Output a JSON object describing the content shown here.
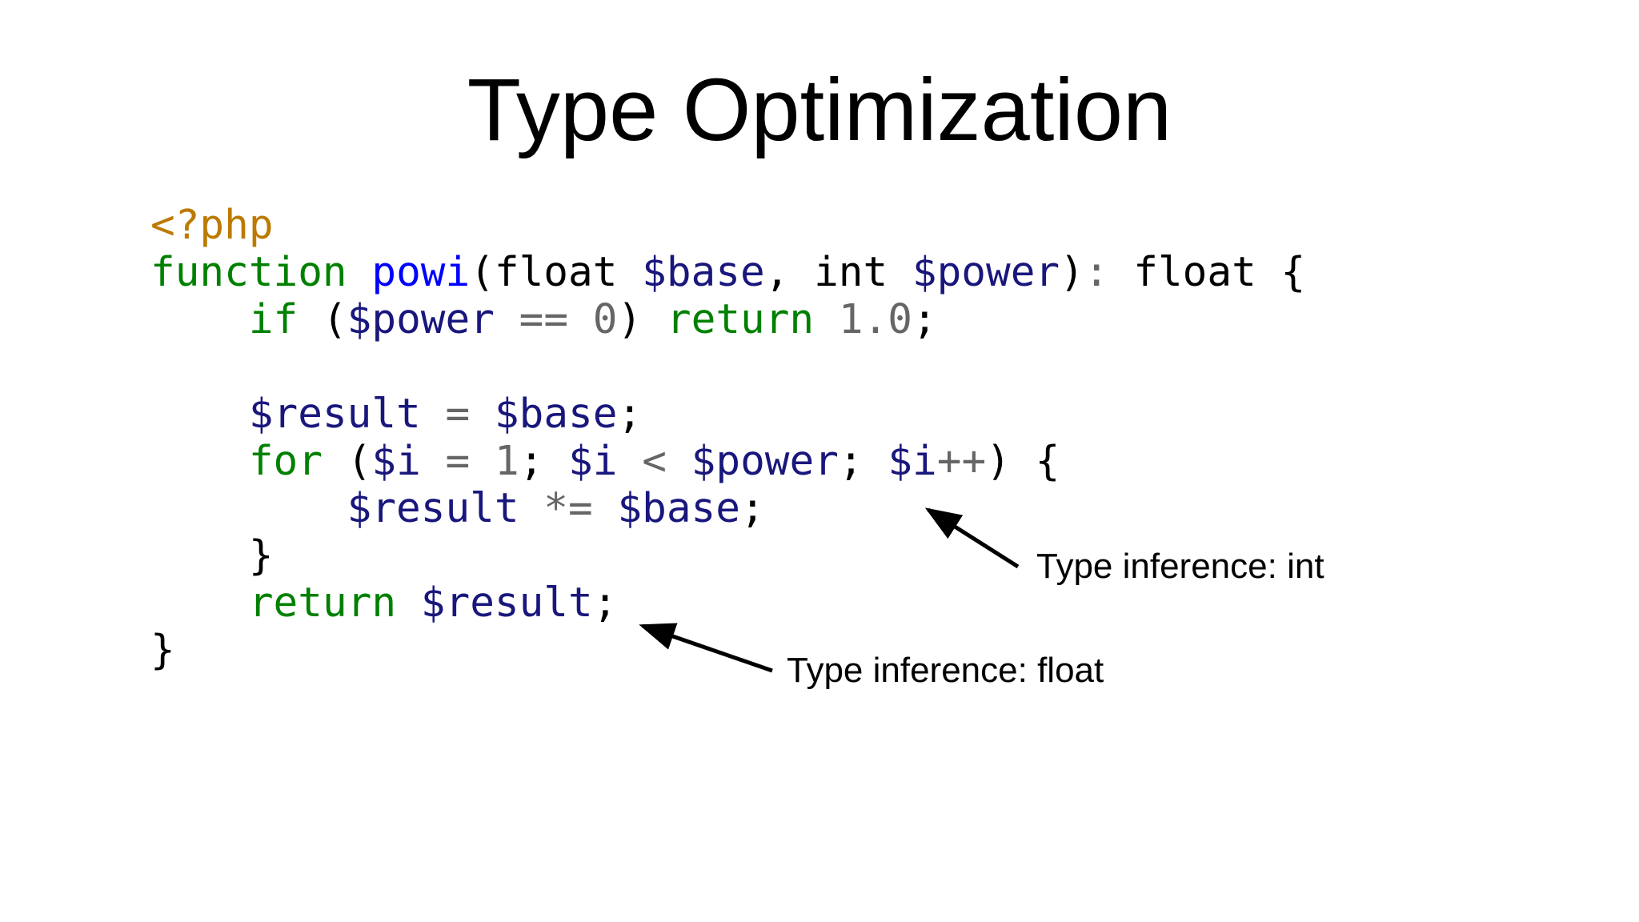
{
  "title": "Type Optimization",
  "colors": {
    "background": "#ffffff",
    "text": "#000000",
    "php-preproc": "#bc7a00",
    "keyword": "#008000",
    "function-name": "#0000ff",
    "variable": "#19177c",
    "operator": "#666666",
    "number": "#666666"
  },
  "code": {
    "lines": [
      [
        {
          "t": "pp",
          "v": "<?php"
        }
      ],
      [
        {
          "t": "kw",
          "v": "function"
        },
        {
          "t": "pl",
          "v": " "
        },
        {
          "t": "fn",
          "v": "powi"
        },
        {
          "t": "pl",
          "v": "(float "
        },
        {
          "t": "var",
          "v": "$base"
        },
        {
          "t": "pl",
          "v": ", int "
        },
        {
          "t": "var",
          "v": "$power"
        },
        {
          "t": "pl",
          "v": ")"
        },
        {
          "t": "op",
          "v": ":"
        },
        {
          "t": "pl",
          "v": " float {"
        }
      ],
      [
        {
          "t": "pl",
          "v": "    "
        },
        {
          "t": "kw",
          "v": "if"
        },
        {
          "t": "pl",
          "v": " ("
        },
        {
          "t": "var",
          "v": "$power"
        },
        {
          "t": "pl",
          "v": " "
        },
        {
          "t": "op",
          "v": "=="
        },
        {
          "t": "pl",
          "v": " "
        },
        {
          "t": "num",
          "v": "0"
        },
        {
          "t": "pl",
          "v": ") "
        },
        {
          "t": "kw",
          "v": "return"
        },
        {
          "t": "pl",
          "v": " "
        },
        {
          "t": "num",
          "v": "1.0"
        },
        {
          "t": "pl",
          "v": ";"
        }
      ],
      [],
      [
        {
          "t": "pl",
          "v": "    "
        },
        {
          "t": "var",
          "v": "$result"
        },
        {
          "t": "pl",
          "v": " "
        },
        {
          "t": "op",
          "v": "="
        },
        {
          "t": "pl",
          "v": " "
        },
        {
          "t": "var",
          "v": "$base"
        },
        {
          "t": "pl",
          "v": ";"
        }
      ],
      [
        {
          "t": "pl",
          "v": "    "
        },
        {
          "t": "kw",
          "v": "for"
        },
        {
          "t": "pl",
          "v": " ("
        },
        {
          "t": "var",
          "v": "$i"
        },
        {
          "t": "pl",
          "v": " "
        },
        {
          "t": "op",
          "v": "="
        },
        {
          "t": "pl",
          "v": " "
        },
        {
          "t": "num",
          "v": "1"
        },
        {
          "t": "pl",
          "v": "; "
        },
        {
          "t": "var",
          "v": "$i"
        },
        {
          "t": "pl",
          "v": " "
        },
        {
          "t": "op",
          "v": "<"
        },
        {
          "t": "pl",
          "v": " "
        },
        {
          "t": "var",
          "v": "$power"
        },
        {
          "t": "pl",
          "v": "; "
        },
        {
          "t": "var",
          "v": "$i"
        },
        {
          "t": "op",
          "v": "++"
        },
        {
          "t": "pl",
          "v": ") {"
        }
      ],
      [
        {
          "t": "pl",
          "v": "        "
        },
        {
          "t": "var",
          "v": "$result"
        },
        {
          "t": "pl",
          "v": " "
        },
        {
          "t": "op",
          "v": "*="
        },
        {
          "t": "pl",
          "v": " "
        },
        {
          "t": "var",
          "v": "$base"
        },
        {
          "t": "pl",
          "v": ";"
        }
      ],
      [
        {
          "t": "pl",
          "v": "    }"
        }
      ],
      [
        {
          "t": "pl",
          "v": "    "
        },
        {
          "t": "kw",
          "v": "return"
        },
        {
          "t": "pl",
          "v": " "
        },
        {
          "t": "var",
          "v": "$result"
        },
        {
          "t": "pl",
          "v": ";"
        }
      ],
      [
        {
          "t": "pl",
          "v": "}"
        }
      ]
    ]
  },
  "annotations": [
    {
      "label": "Type inference: int"
    },
    {
      "label": "Type inference: float"
    }
  ]
}
